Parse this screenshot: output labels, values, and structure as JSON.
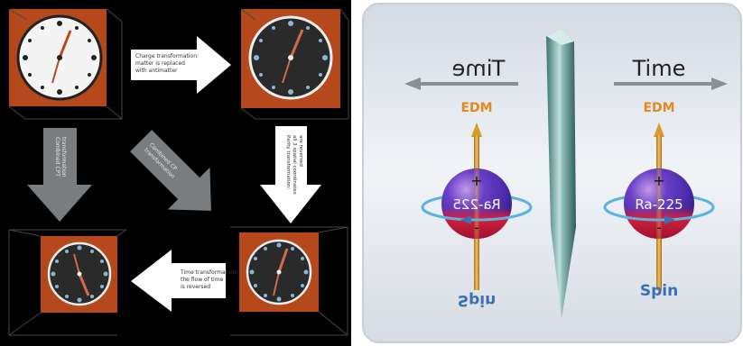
{
  "left": {
    "arrow_top_text": [
      "Charge transformation:",
      "matter is replaced",
      "with antimatter"
    ],
    "arrow_right_text": [
      "Parity transformation:",
      "all 3 spatial coordinates",
      "are reversed"
    ],
    "arrow_bottom_text": [
      "Time transformation:",
      "the flow of time",
      "is reversed"
    ],
    "arrow_left_text": [
      "Combined CPT",
      "transformation"
    ],
    "arrow_diag_text": [
      "Combined CP",
      "transformation"
    ],
    "colors": {
      "background": "#000000",
      "box": "#b5491c",
      "arrow_white": "#ffffff",
      "arrow_gray": "#7a7d80"
    }
  },
  "right": {
    "time_left": "Time",
    "time_right": "Time",
    "edm_left": "EDM",
    "edm_right": "EDM",
    "plus_left": "+",
    "plus_right": "+",
    "minus_left": "-",
    "minus_right": "-",
    "nucleus_left": "Ra-225",
    "nucleus_right": "Ra-225",
    "spin_left": "Spin",
    "spin_right": "Spin",
    "colors": {
      "edm": "#e0891e",
      "spin": "#3a6fb4",
      "ring": "#5bb4df",
      "mirror": "#5d9592"
    }
  }
}
